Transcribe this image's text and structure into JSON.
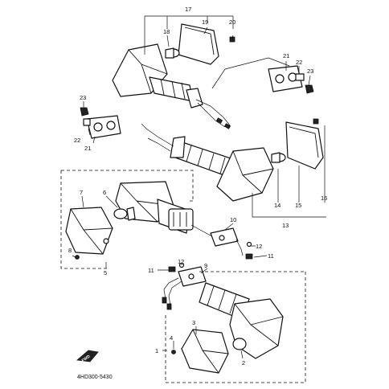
{
  "callouts": {
    "n1": "1",
    "n2": "2",
    "n3": "3",
    "n4": "4",
    "n5": "5",
    "n6": "6",
    "n7": "7",
    "n8": "8",
    "n9": "9",
    "n10": "10",
    "n11a": "11",
    "n11b": "11",
    "n12a": "12",
    "n12b": "12",
    "n13": "13",
    "n14": "14",
    "n15": "15",
    "n16": "16",
    "n17": "17",
    "n18": "18",
    "n19": "19",
    "n20": "20",
    "n21a": "21",
    "n21b": "21",
    "n22a": "22",
    "n22b": "22",
    "n23a": "23",
    "n23b": "23"
  },
  "fwd_label": "FWD",
  "diagram_code": "4HD300-5430"
}
